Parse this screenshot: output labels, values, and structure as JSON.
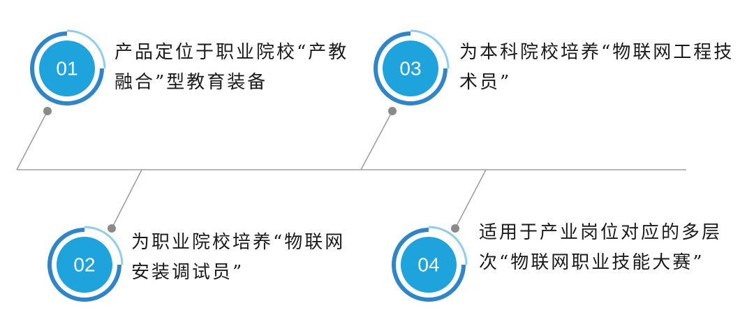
{
  "colors": {
    "accent": "#1ea3dc",
    "arc_outer": "#2e86c8",
    "arc_light": "#8ecdf0",
    "connector": "#9a9a9a",
    "dot": "#8a8a8a",
    "timeline": "#a0a0a0",
    "text": "#1a1a1a"
  },
  "steps": [
    {
      "number": "01",
      "text": "产品定位于职业院校“产教融合”型教育装备"
    },
    {
      "number": "02",
      "text": "为职业院校培养“物联网安装调试员”"
    },
    {
      "number": "03",
      "text": "为本科院校培养“物联网工程技术员”"
    },
    {
      "number": "04",
      "text": "适用于产业岗位对应的多层次“物联网职业技能大赛”"
    }
  ]
}
